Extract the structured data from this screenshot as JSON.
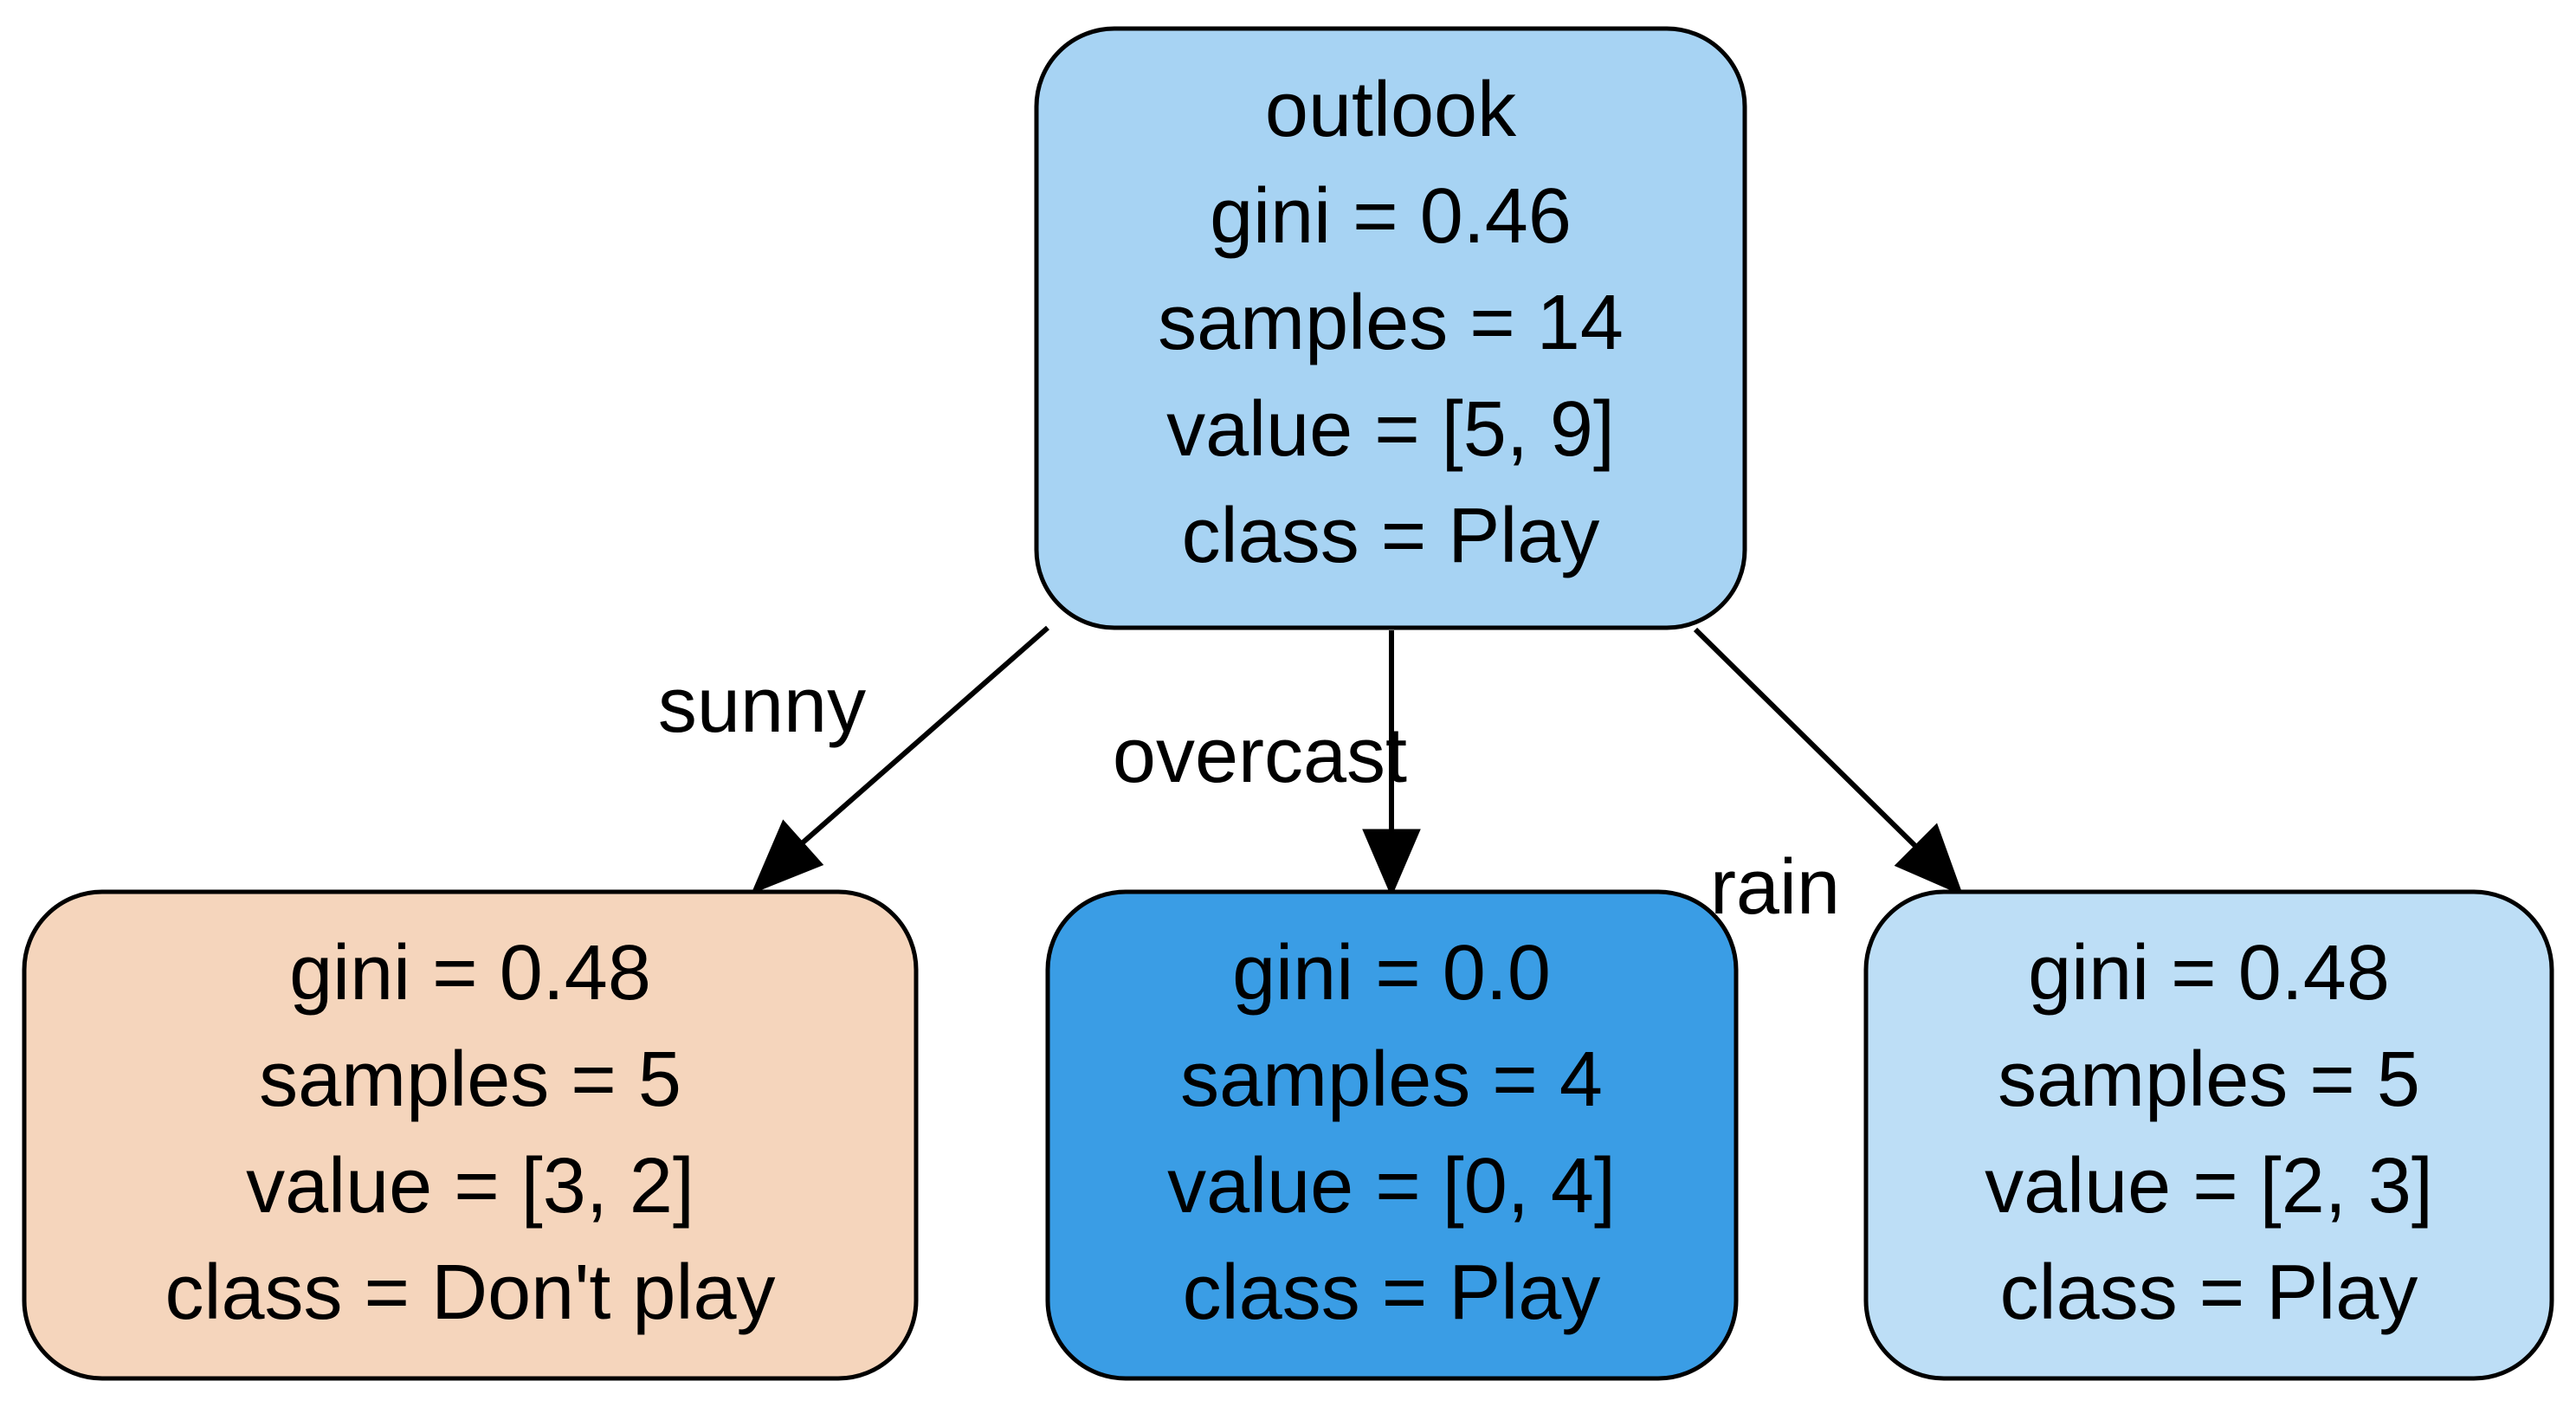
{
  "tree": {
    "root": {
      "fill": "#a7d3f3",
      "lines": [
        "outlook",
        "gini = 0.46",
        "samples = 14",
        "value = [5, 9]",
        "class = Play"
      ]
    },
    "children": [
      {
        "fill": "#f5d5bc",
        "edge_label": "sunny",
        "lines": [
          "gini = 0.48",
          "samples = 5",
          "value = [3, 2]",
          "class = Don't play"
        ]
      },
      {
        "fill": "#3a9de5",
        "edge_label": "overcast",
        "lines": [
          "gini = 0.0",
          "samples = 4",
          "value = [0, 4]",
          "class = Play"
        ]
      },
      {
        "fill": "#bddef6",
        "edge_label": "rain",
        "lines": [
          "gini = 0.48",
          "samples = 5",
          "value = [2, 3]",
          "class = Play"
        ]
      }
    ]
  }
}
